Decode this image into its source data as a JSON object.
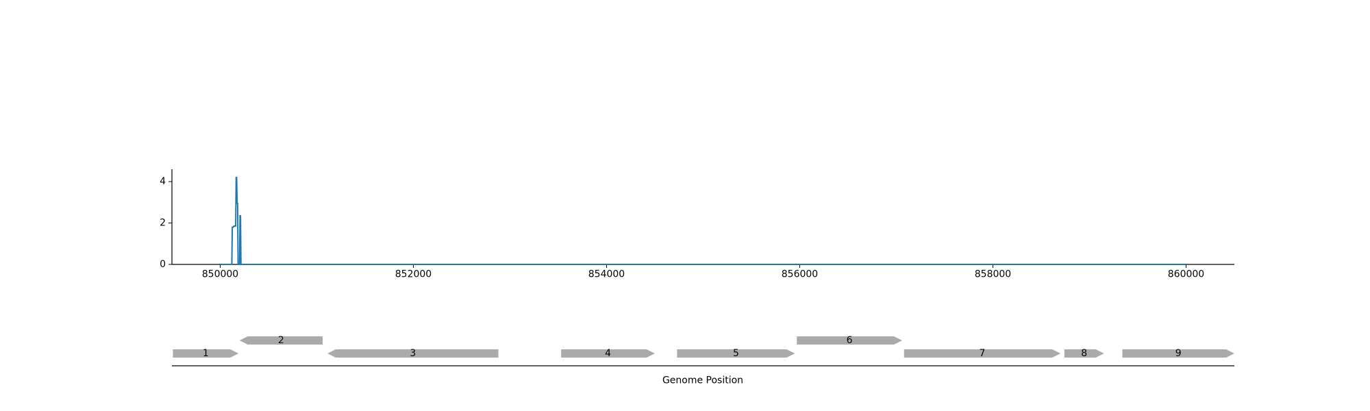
{
  "chart_data": [
    {
      "type": "line",
      "title": "",
      "xlabel": "",
      "ylabel": "",
      "xlim": [
        849500,
        860500
      ],
      "ylim": [
        0,
        4.6
      ],
      "x_ticks": [
        850000,
        852000,
        854000,
        856000,
        858000,
        860000
      ],
      "x_tick_labels": [
        "850000",
        "852000",
        "854000",
        "856000",
        "858000",
        "860000"
      ],
      "y_ticks": [
        0,
        2,
        4
      ],
      "y_tick_labels": [
        "0",
        "2",
        "4"
      ],
      "grid": false,
      "legend": "none",
      "series": [
        {
          "color": "#1f77b4",
          "x": [
            850000,
            850120,
            850125,
            850135,
            850140,
            850160,
            850165,
            850170,
            850175,
            850180,
            850185,
            850200,
            850205,
            850210,
            850215,
            860000
          ],
          "y": [
            0,
            0,
            1.8,
            1.8,
            1.85,
            1.85,
            4.2,
            4.2,
            2.95,
            2.95,
            0,
            0,
            2.35,
            2.35,
            0,
            0
          ]
        }
      ]
    },
    {
      "type": "gene_track",
      "title": "",
      "xlabel": "Genome Position",
      "xlim": [
        849500,
        860500
      ],
      "genes": [
        {
          "label": "1",
          "start": 849510,
          "end": 850190,
          "strand": "+",
          "row": 0
        },
        {
          "label": "2",
          "start": 850200,
          "end": 851060,
          "strand": "-",
          "row": 1
        },
        {
          "label": "3",
          "start": 851110,
          "end": 852880,
          "strand": "-",
          "row": 0
        },
        {
          "label": "4",
          "start": 853530,
          "end": 854500,
          "strand": "+",
          "row": 0
        },
        {
          "label": "5",
          "start": 854730,
          "end": 855950,
          "strand": "+",
          "row": 0
        },
        {
          "label": "6",
          "start": 855970,
          "end": 857060,
          "strand": "+",
          "row": 1
        },
        {
          "label": "7",
          "start": 857080,
          "end": 858700,
          "strand": "+",
          "row": 0
        },
        {
          "label": "8",
          "start": 858740,
          "end": 859150,
          "strand": "+",
          "row": 0
        },
        {
          "label": "9",
          "start": 859340,
          "end": 860500,
          "strand": "+",
          "row": 0
        }
      ],
      "gene_color": "#aaaaaa"
    }
  ]
}
